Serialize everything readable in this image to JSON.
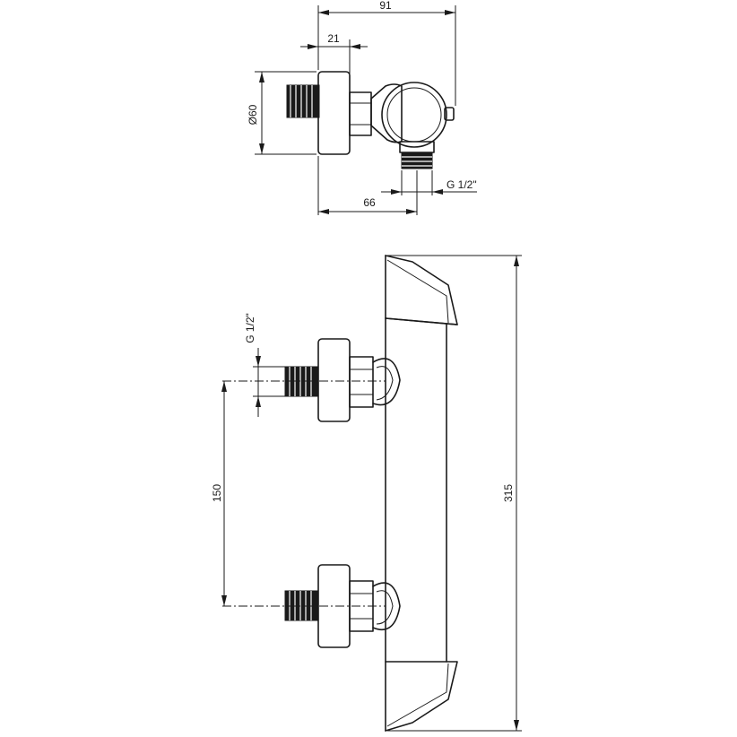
{
  "dimensions": {
    "top_width": "91",
    "top_depth": "21",
    "rosette_diameter": "Ø60",
    "outlet_offset": "66",
    "outlet_thread": "G 1/2\"",
    "inlet_thread": "G 1/2\"",
    "inlet_spacing": "150",
    "body_length": "315"
  }
}
